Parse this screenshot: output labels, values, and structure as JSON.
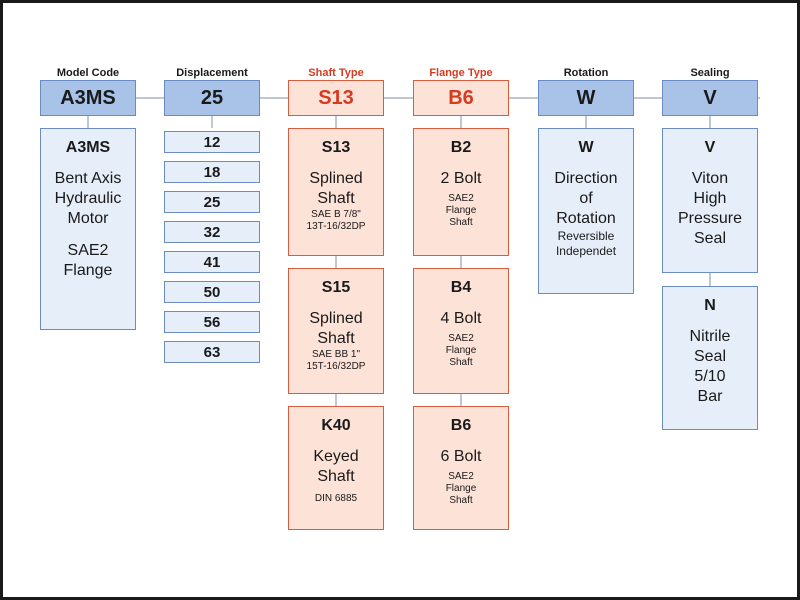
{
  "labels": {
    "model_code": "Model Code",
    "displacement": "Displacement",
    "shaft_type": "Shaft Type",
    "flange_type": "Flange Type",
    "rotation": "Rotation",
    "sealing": "Sealing"
  },
  "headers": {
    "model_code": "A3MS",
    "displacement": "25",
    "shaft_type": "S13",
    "flange_type": "B6",
    "rotation": "W",
    "sealing": "V"
  },
  "model": {
    "code": "A3MS",
    "line1": "Bent Axis",
    "line2": "Hydraulic",
    "line3": "Motor",
    "line4": "SAE2",
    "line5": "Flange"
  },
  "displacement_options": [
    "12",
    "18",
    "25",
    "32",
    "41",
    "50",
    "56",
    "63"
  ],
  "shaft_options": [
    {
      "code": "S13",
      "line1": "Splined",
      "line2": "Shaft",
      "detail1": "SAE B 7/8\"",
      "detail2": "13T-16/32DP"
    },
    {
      "code": "S15",
      "line1": "Splined",
      "line2": "Shaft",
      "detail1": "SAE BB 1\"",
      "detail2": "15T-16/32DP"
    },
    {
      "code": "K40",
      "line1": "Keyed",
      "line2": "Shaft",
      "detail1": "DIN 6885",
      "detail2": ""
    }
  ],
  "flange_options": [
    {
      "code": "B2",
      "line1": "2 Bolt",
      "detail1": "SAE2",
      "detail2": "Flange",
      "detail3": "Shaft"
    },
    {
      "code": "B4",
      "line1": "4 Bolt",
      "detail1": "SAE2",
      "detail2": "Flange",
      "detail3": "Shaft"
    },
    {
      "code": "B6",
      "line1": "6 Bolt",
      "detail1": "SAE2",
      "detail2": "Flange",
      "detail3": "Shaft"
    }
  ],
  "rotation": {
    "code": "W",
    "line1": "Direction",
    "line2": "of",
    "line3": "Rotation",
    "detail1": "Reversible",
    "detail2": "Independet"
  },
  "sealing_options": [
    {
      "code": "V",
      "line1": "Viton",
      "line2": "High",
      "line3": "Pressure",
      "line4": "Seal"
    },
    {
      "code": "N",
      "line1": "Nitrile",
      "line2": "Seal",
      "line3": "5/10",
      "line4": "Bar"
    }
  ],
  "colors": {
    "blue_border": "#6b8bc3",
    "blue_fill": "#a9c2e8",
    "light_blue_fill": "#e6eef9",
    "red_border": "#d95c3c",
    "red_fill": "#fde2d8",
    "red_text": "#d63b1f"
  }
}
